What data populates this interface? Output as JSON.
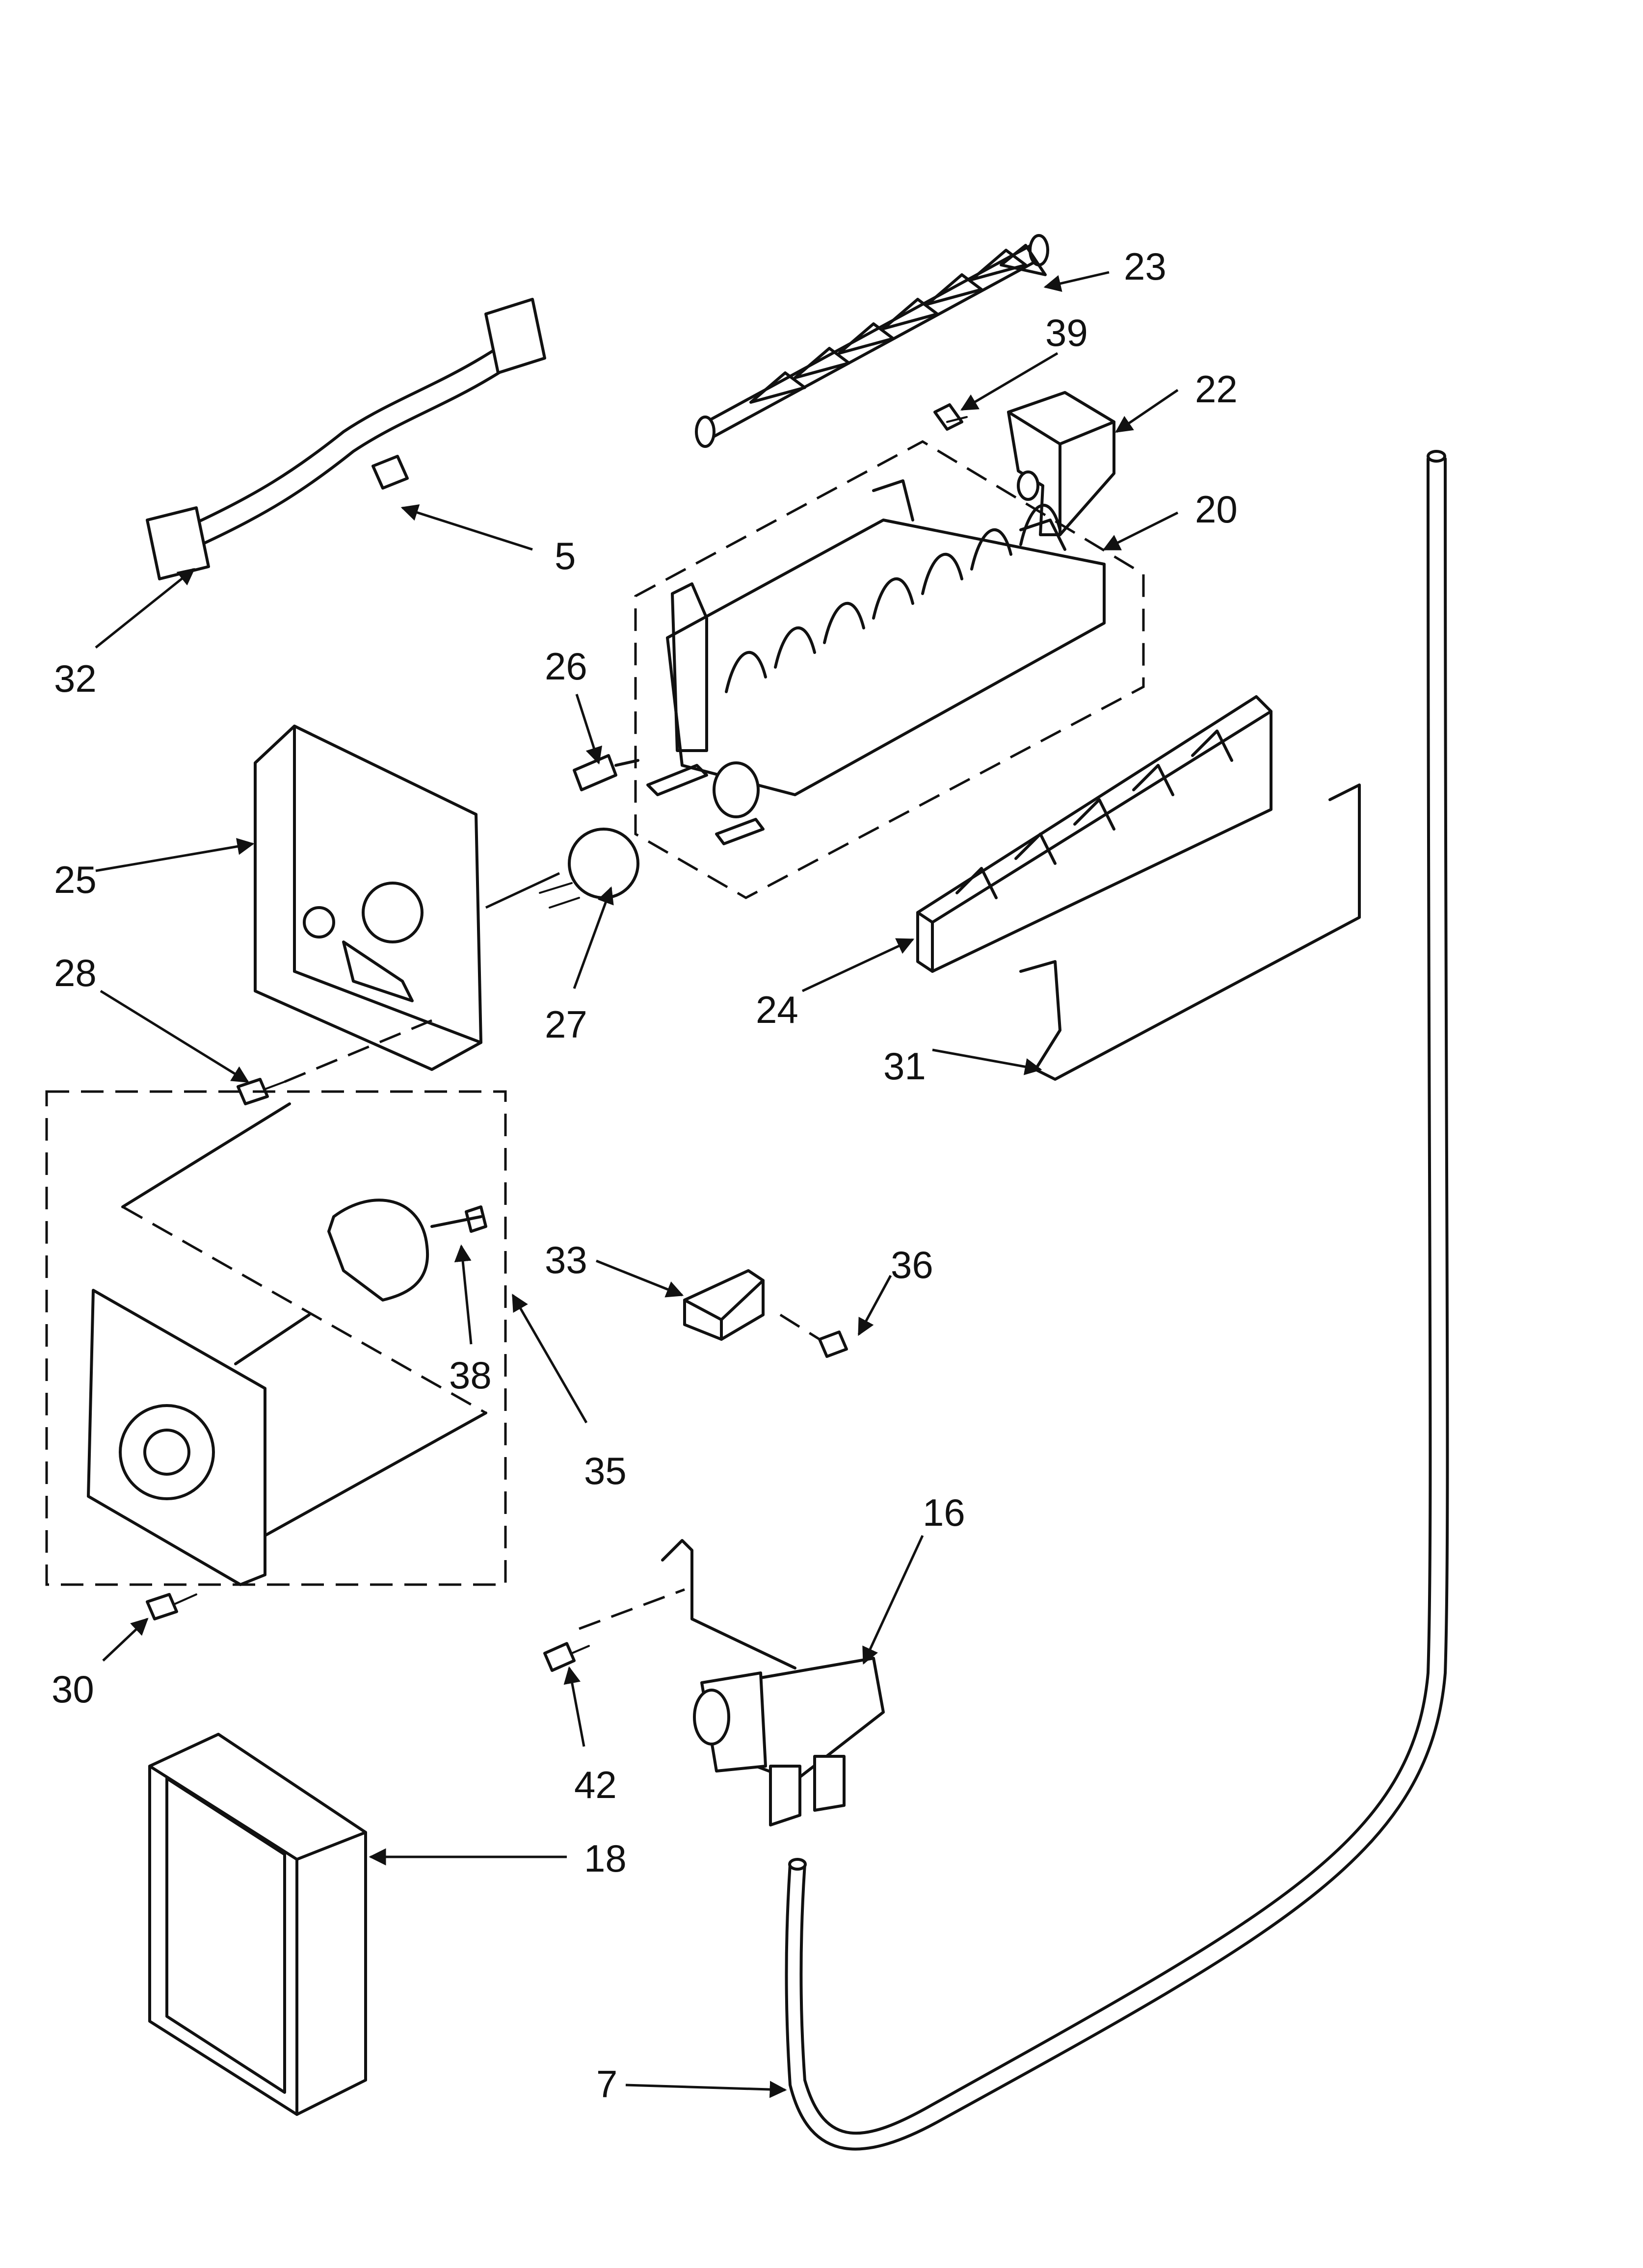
{
  "callouts": [
    {
      "id": "23",
      "text": "23"
    },
    {
      "id": "39",
      "text": "39"
    },
    {
      "id": "22",
      "text": "22"
    },
    {
      "id": "20",
      "text": "20"
    },
    {
      "id": "5",
      "text": "5"
    },
    {
      "id": "32",
      "text": "32"
    },
    {
      "id": "26",
      "text": "26"
    },
    {
      "id": "25",
      "text": "25"
    },
    {
      "id": "28",
      "text": "28"
    },
    {
      "id": "27",
      "text": "27"
    },
    {
      "id": "24",
      "text": "24"
    },
    {
      "id": "31",
      "text": "31"
    },
    {
      "id": "33",
      "text": "33"
    },
    {
      "id": "36",
      "text": "36"
    },
    {
      "id": "38",
      "text": "38"
    },
    {
      "id": "35",
      "text": "35"
    },
    {
      "id": "16",
      "text": "16"
    },
    {
      "id": "30",
      "text": "30"
    },
    {
      "id": "42",
      "text": "42"
    },
    {
      "id": "18",
      "text": "18"
    },
    {
      "id": "7",
      "text": "7"
    }
  ]
}
